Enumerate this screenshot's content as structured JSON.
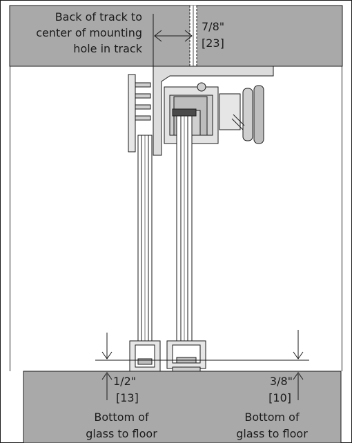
{
  "top_note": {
    "line1": "Back of track to",
    "line2": "center of mounting",
    "line3": "hole in track"
  },
  "top_dim": {
    "fraction": "7/8\"",
    "metric": "[23]"
  },
  "left_dim": {
    "fraction": "1/2\"",
    "metric": "[13]",
    "line1": "Bottom of",
    "line2": "glass to floor"
  },
  "right_dim": {
    "fraction": "3/8\"",
    "metric": "[10]",
    "line1": "Bottom of",
    "line2": "glass to floor"
  },
  "colors": {
    "ceiling": "#a9a9a9",
    "floor": "#a9a9a9",
    "line": "#1a1a1a",
    "metal": "#cfcfcf",
    "gasket": "#4a4a4a"
  }
}
